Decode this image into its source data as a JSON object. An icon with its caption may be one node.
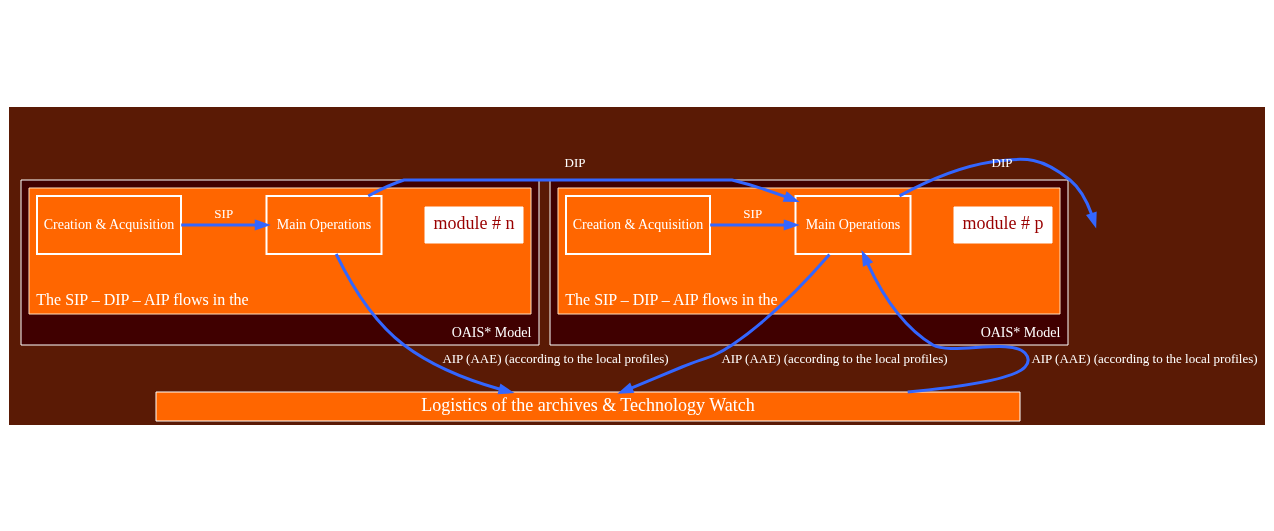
{
  "diagram": {
    "nodes": [
      {
        "text": [
          "OAIS* Model"
        ]
      },
      {
        "text": [
          "The SIP – DIP – AIP flows in the"
        ],
        "in": 0
      },
      {
        "text": [
          "module # n"
        ],
        "in": 1
      },
      {
        "text": [
          "Creation & Acquisition"
        ],
        "in": 1
      },
      {
        "text": [
          "Main Operations"
        ],
        "in": 1
      },
      {
        "text": [
          "OAIS* Model"
        ]
      },
      {
        "text": [
          "The SIP – DIP – AIP flows in the"
        ],
        "in": 5
      },
      {
        "text": [
          "module # p"
        ],
        "in": 6
      },
      {
        "text": [
          "Creation & Acquisition"
        ],
        "in": 6
      },
      {
        "text": [
          "Main Operations"
        ],
        "in": 6
      },
      {
        "text": [
          "Logistics of the archives & Technology Watch"
        ]
      }
    ],
    "edges": [
      {
        "from": 3,
        "to": 4,
        "arrow": "to",
        "label": "SIP"
      },
      {
        "from": 4,
        "to": 9,
        "arrow": "to",
        "label": "DIP"
      },
      {
        "from": 4,
        "to": 10,
        "arrow": "to",
        "label": "AIP (AAE) (according to the local profiles)"
      },
      {
        "from": 10,
        "to": 9,
        "arrow": "to",
        "label": "AIP (AAE) (according to the local profiles)"
      },
      {
        "from": 8,
        "to": 9,
        "arrow": "to",
        "label": "SIP"
      },
      {
        "from": 9,
        "to": null,
        "arrow": "to",
        "label": "DIP"
      },
      {
        "from": 9,
        "to": 10,
        "arrow": "to",
        "label": "AIP (AAE) (according to the local profiles)"
      }
    ]
  }
}
